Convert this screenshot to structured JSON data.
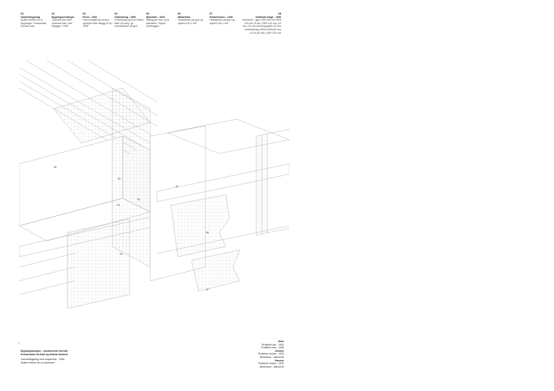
{
  "legend": [
    {
      "num": "01",
      "title": "Gammelbygning",
      "desc": "Spalte mellom de to bygningen. Forskandlet koveles linia"
    },
    {
      "num": "02",
      "title": "Bygningsendringer",
      "desc": "Opmuret port etter vinduvutt ølet i den tilbygget i 1936"
    },
    {
      "num": "03",
      "title": "Pensi - 1932",
      "desc": "Gjennomgående pensor, oppdylet etter tilbygg til ny i 1946"
    },
    {
      "num": "04",
      "title": "Omtestning - 1960",
      "desc": "Omtestning og brøl Tukkar fliser på veeg- ge. Hoeterkiinker på gulv"
    },
    {
      "num": "05",
      "title": "Sjøsekter - 1932",
      "desc": "Stålrapper hver op til sjøsekker. Trappe medbegges"
    },
    {
      "num": "06",
      "title": "Mastrikhal",
      "desc": "Hedelkinker på gulv og spkant 100 x 100"
    },
    {
      "num": "07",
      "title": "Kaldernivaeu - 1946",
      "desc": "Hedelkinker på gulv og spkant 150 x 150"
    },
    {
      "num": "08",
      "title": "Voldekult etage - 1996",
      "desc": "Stolerkolf + gips HEB 180 mm HEB 100 mm (5 stk.) HEB 140 mm (10 stk.) 20 mm armeringsgitter 50 mm undestöbning 1800x1500x60 mm LECA (81 stk.) UNP 220 mm"
    }
  ],
  "callouts": [
    "05",
    "03",
    "02",
    "03",
    "04",
    "01",
    "06",
    "07"
  ],
  "page_mark": "7",
  "footer_left": {
    "title1": "Bygningsanalyse - eksisterende forhold",
    "title2": "Konstruktive forhold og teknisk tilstand",
    "line1": "Gammelbygning mod inspicmhal - 1946",
    "line2": "Spalte mellem de to volumener"
  },
  "footer_right": {
    "h1": "Dørs",
    "l1a": "Profileret dør - 1932",
    "l1b": "Profileret tree - 1946",
    "h2": "Vindser",
    "l2a": "Profileret vindue - 1932",
    "l2b": "Aluminium - utændi år",
    "h3": "Paneler",
    "l3a": "Profileret vindue - 1932",
    "l3b": "Aluminium - utændi år"
  }
}
